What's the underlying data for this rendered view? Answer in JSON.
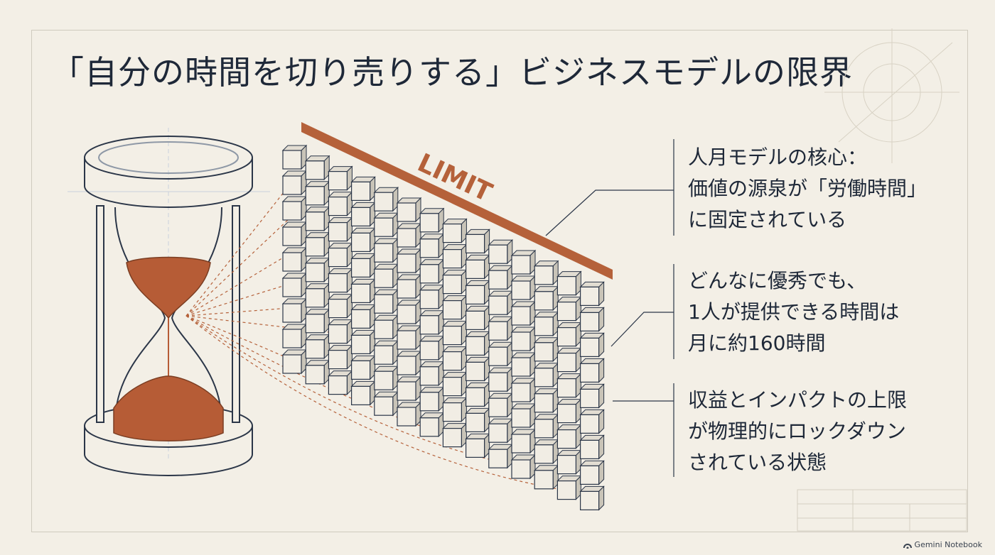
{
  "title": "「自分の時間を切り売りする」ビジネスモデルの限界",
  "limit_label": "LIMIT",
  "callouts": [
    {
      "lines": [
        "人月モデルの核心：",
        "価値の源泉が「労働時間」",
        "に固定されている"
      ]
    },
    {
      "lines": [
        "どんなに優秀でも、",
        "1人が提供できる時間は",
        "月に約160時間"
      ]
    },
    {
      "lines": [
        "収益とインパクトの上限",
        "が物理的にロックダウン",
        "されている状態"
      ]
    }
  ],
  "branding": {
    "text": "Gemini Notebook",
    "icon": "gemini-logo-icon"
  },
  "colors": {
    "background": "#f3efe6",
    "accent": "#b5613a",
    "ink": "#2b3648",
    "sand": "#b65c36"
  }
}
